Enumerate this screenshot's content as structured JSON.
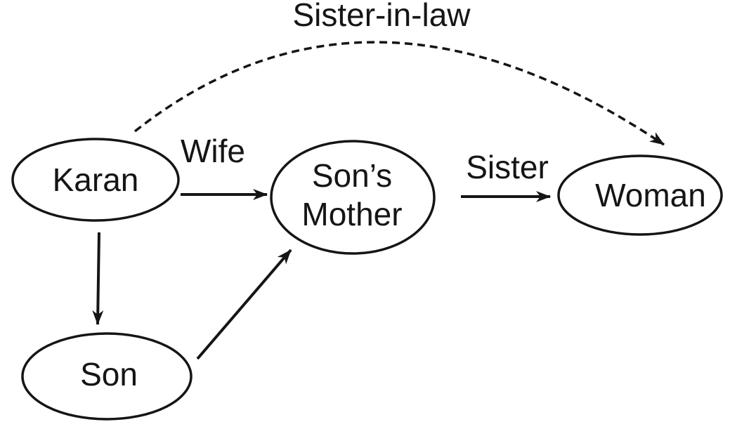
{
  "diagram": {
    "background_color": "#ffffff",
    "ink_color": "#151515",
    "nodes": [
      {
        "id": "karan",
        "label": "Karan",
        "shape": "ellipse"
      },
      {
        "id": "sons-mother",
        "label_line1": "Son’s",
        "label_line2": "Mother",
        "shape": "ellipse"
      },
      {
        "id": "woman",
        "label": "Woman",
        "shape": "ellipse"
      },
      {
        "id": "son",
        "label": "Son",
        "shape": "ellipse"
      }
    ],
    "edges": [
      {
        "from": "karan",
        "to": "sons-mother",
        "label": "Wife",
        "style": "solid-arrow"
      },
      {
        "from": "sons-mother",
        "to": "woman",
        "label": "Sister",
        "style": "solid-arrow"
      },
      {
        "from": "karan",
        "to": "woman",
        "label": "Sister-in-law",
        "style": "dashed-curved-arrow"
      },
      {
        "from": "karan",
        "to": "son",
        "style": "solid-arrow"
      },
      {
        "from": "son",
        "to": "sons-mother",
        "style": "solid-arrow"
      }
    ]
  }
}
